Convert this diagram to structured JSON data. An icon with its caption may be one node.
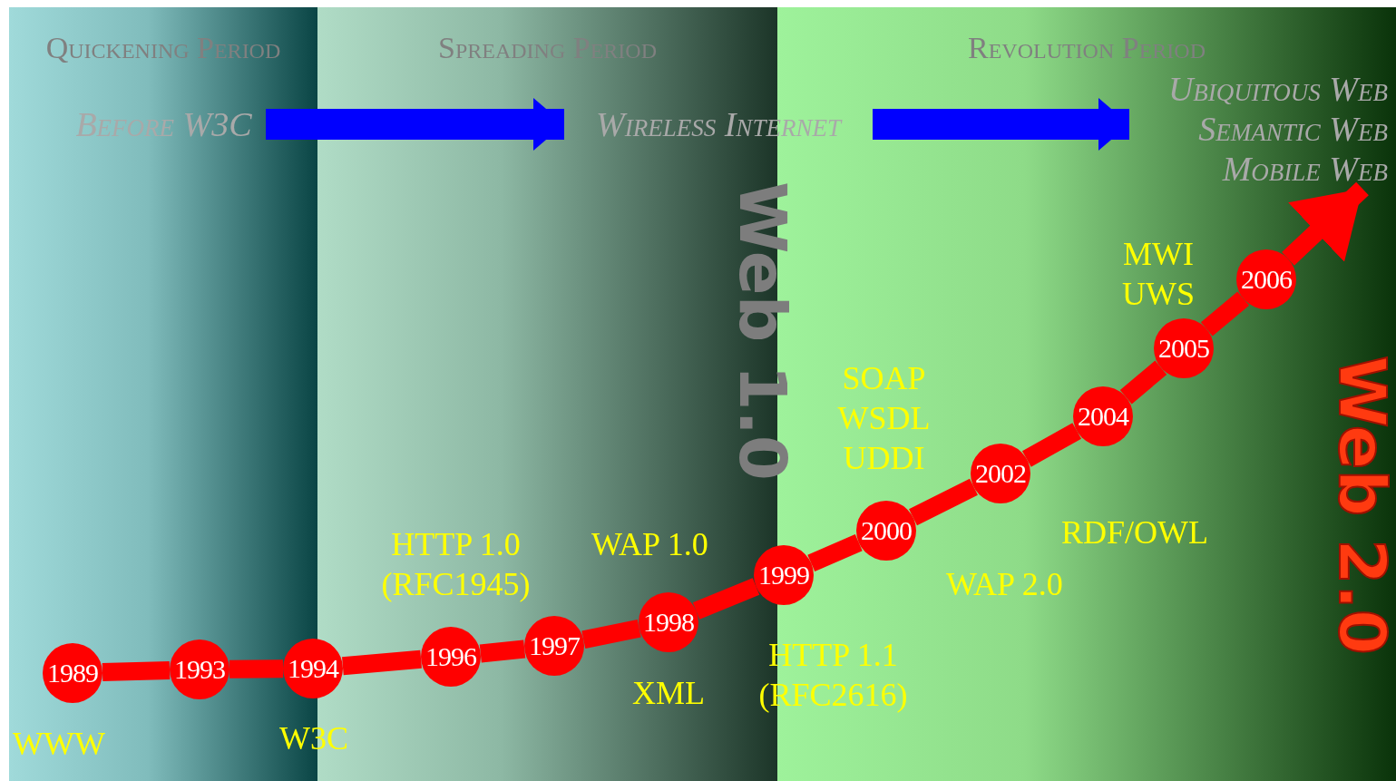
{
  "diagram": {
    "nodes": [
      {
        "text": [
          "Quickening Period"
        ]
      },
      {
        "text": [
          "Spreading Period"
        ]
      },
      {
        "text": [
          "Revolution Period"
        ]
      },
      {
        "text": [
          "Before W3C"
        ],
        "in": 0
      },
      {
        "text": [
          "Wireless Internet"
        ],
        "in": 1
      },
      {
        "text": [
          "Ubiquitous Web Semantic Web Mobile Web"
        ],
        "in": 2
      },
      {
        "text": [
          "1989"
        ],
        "in": 0
      },
      {
        "text": [
          "1993"
        ],
        "in": 0
      },
      {
        "text": [
          "1994"
        ]
      },
      {
        "text": [
          "1996"
        ],
        "in": 1
      },
      {
        "text": [
          "1997"
        ],
        "in": 1
      },
      {
        "text": [
          "1998"
        ],
        "in": 1
      },
      {
        "text": [
          "1999"
        ]
      },
      {
        "text": [
          "2000"
        ],
        "in": 2
      },
      {
        "text": [
          "2002"
        ],
        "in": 2
      },
      {
        "text": [
          "2004"
        ],
        "in": 2
      },
      {
        "text": [
          "2005"
        ],
        "in": 2
      },
      {
        "text": [
          "2006"
        ],
        "in": 2
      }
    ],
    "edges": [
      {
        "from": 3,
        "to": 4,
        "arrow": "to",
        "color": "#0000ff"
      },
      {
        "from": 4,
        "to": 5,
        "arrow": "to",
        "color": "#0000ff"
      },
      {
        "from": 6,
        "to": 7,
        "arrow": "none"
      },
      {
        "from": 7,
        "to": 8,
        "arrow": "none"
      },
      {
        "from": 8,
        "to": 9,
        "arrow": "none"
      },
      {
        "from": 9,
        "to": 10,
        "arrow": "none"
      },
      {
        "from": 10,
        "to": 11,
        "arrow": "none"
      },
      {
        "from": 11,
        "to": 12,
        "arrow": "none"
      },
      {
        "from": 12,
        "to": 13,
        "arrow": "none"
      },
      {
        "from": 13,
        "to": 14,
        "arrow": "none"
      },
      {
        "from": 14,
        "to": 15,
        "arrow": "none"
      },
      {
        "from": 15,
        "to": 16,
        "arrow": "none"
      },
      {
        "from": 16,
        "to": 17,
        "arrow": "none"
      },
      {
        "from": 17,
        "to": 5,
        "arrow": "to"
      }
    ],
    "labels": [
      "Web 1.0",
      "Web 2.0",
      "MWI UWS",
      "SOAP WSDL UDDI",
      "RDF/OWL",
      "HTTP 1.0 (RFC1945)",
      "WAP 1.0",
      "WAP 2.0",
      "HTTP 1.1 (RFC2616)",
      "XML",
      "W3C",
      "WWW"
    ]
  }
}
